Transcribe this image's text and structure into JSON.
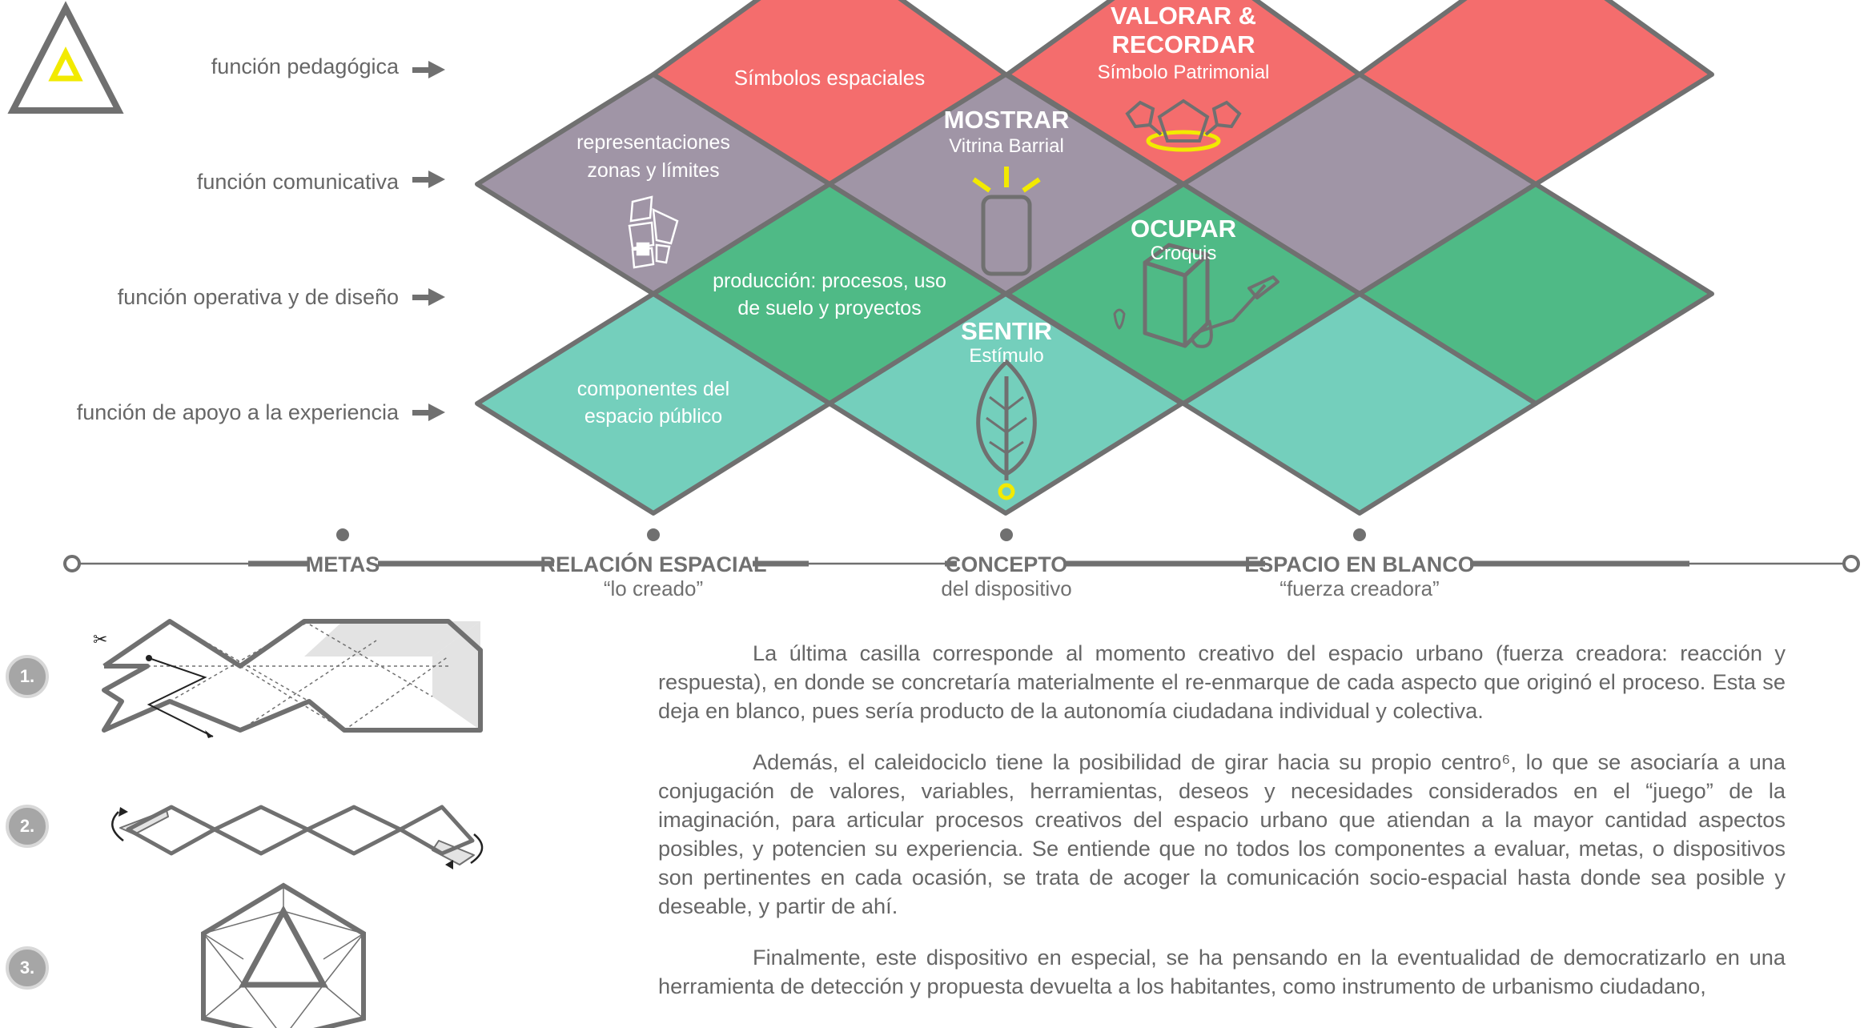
{
  "functions": [
    {
      "label": "función pedagógica"
    },
    {
      "label": "función comunicativa"
    },
    {
      "label": "función operativa y de diseño"
    },
    {
      "label": "función de apoyo a la experiencia"
    }
  ],
  "cells": {
    "simbolos": "Símbolos espaciales",
    "representaciones_1": "representaciones",
    "representaciones_2": "zonas y límites",
    "produccion_1": "producción: procesos, uso",
    "produccion_2": "de suelo y proyectos",
    "componentes_1": "componentes del",
    "componentes_2": "espacio público",
    "valorar_1": "VALORAR &",
    "valorar_2": "RECORDAR",
    "valorar_sub": "Símbolo Patrimonial",
    "mostrar": "MOSTRAR",
    "mostrar_sub": "Vitrina Barrial",
    "ocupar": "OCUPAR",
    "ocupar_sub": "Croquis",
    "sentir": "SENTIR",
    "sentir_sub": "Estímulo"
  },
  "timeline": {
    "metas": "METAS",
    "relacion": "RELACIÓN ESPACIAL",
    "relacion_sub": "“lo creado”",
    "concepto": "CONCEPTO",
    "concepto_sub": "del dispositivo",
    "espacio": "ESPACIO EN BLANCO",
    "espacio_sub": "“fuerza creadora”"
  },
  "steps": [
    "1.",
    "2.",
    "3."
  ],
  "paragraphs": [
    "La última casilla corresponde al momento creativo del espacio urbano (fuerza creadora: reacción y respuesta), en donde se concretaría materialmente el re-enmarque de cada aspecto que originó el proceso. Esta se deja en blanco, pues sería producto de la autonomía ciudadana individual y colectiva.",
    "Además, el caleidociclo tiene la posibilidad de girar hacia su propio centro⁶, lo que se asociaría a una conjugación de valores, variables, herramientas, deseos y necesidades considerados en el “juego” de la imaginación, para articular procesos creativos del espacio urbano que atiendan a la mayor cantidad aspectos posibles, y potencien su experiencia. Se entiende que no todos los componentes a evaluar, metas, o dispositivos son pertinentes en cada ocasión, se trata de acoger la comunicación socio-espacial hasta donde sea posible y deseable, y partir de ahí.",
    "Finalmente, este dispositivo en especial, se ha pensando en la eventualidad de democratizarlo en una herramienta de detección y propuesta devuelta a los habitantes, como instrumento de urbanismo ciudadano,"
  ],
  "colors": {
    "red": "#f46d6d",
    "purple": "#a095a6",
    "green": "#4fba86",
    "teal": "#74cfbc",
    "outline": "#707070",
    "yellow": "#f2ea00"
  }
}
